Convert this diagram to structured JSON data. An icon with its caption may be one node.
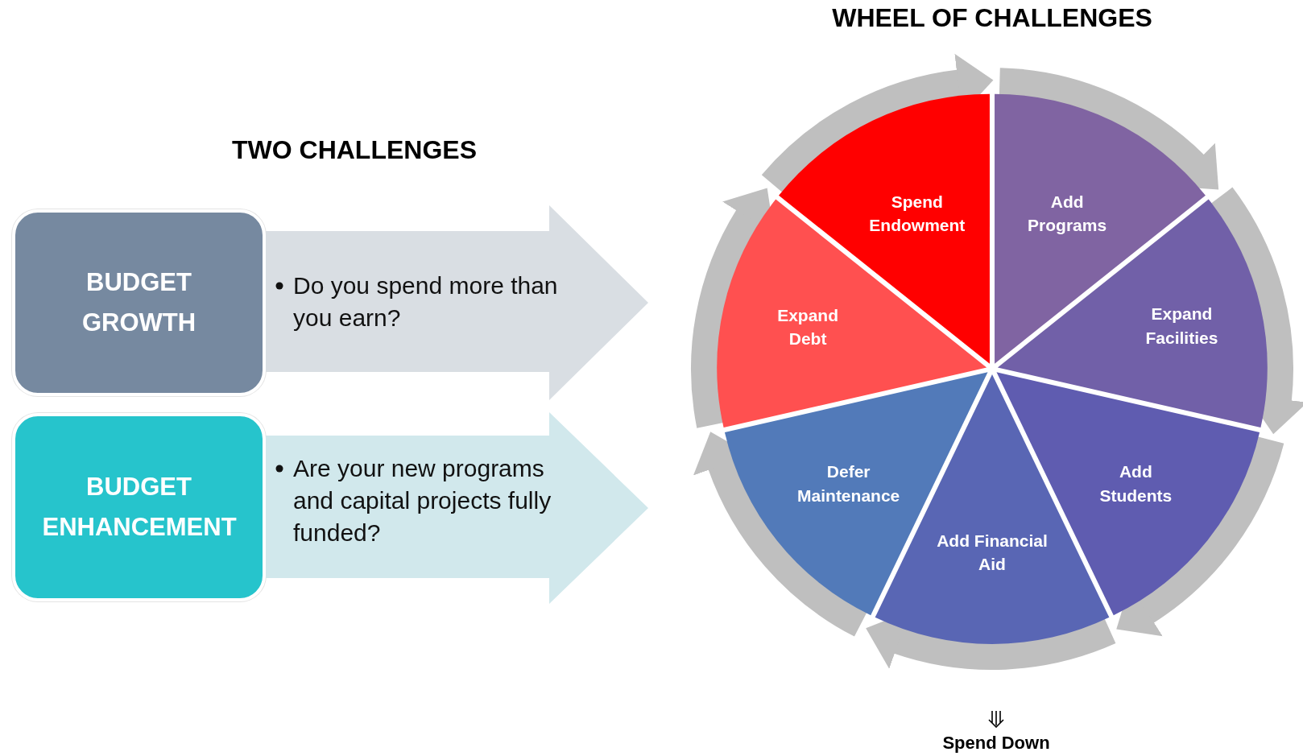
{
  "diagram": {
    "nodes": [
      {
        "text": [
          "BUDGET GROWTH"
        ]
      },
      {
        "text": [
          "Do you spend more than you earn?"
        ]
      },
      {
        "text": [
          "BUDGET ENHANCEMENT"
        ]
      },
      {
        "text": [
          "Are your new programs and capital projects fully funded?"
        ]
      },
      {
        "text": [
          "Spend Endowment"
        ]
      },
      {
        "text": [
          "Add Programs"
        ]
      },
      {
        "text": [
          "Expand Facilities"
        ]
      },
      {
        "text": [
          "Add Students"
        ]
      },
      {
        "text": [
          "Add Financial Aid"
        ]
      },
      {
        "text": [
          "Defer Maintenance"
        ]
      },
      {
        "text": [
          "Expand Debt"
        ]
      }
    ],
    "edges": [
      {
        "from": 4,
        "to": 5,
        "arrow": "to"
      },
      {
        "from": 5,
        "to": 6,
        "arrow": "to"
      },
      {
        "from": 6,
        "to": 7,
        "arrow": "to"
      },
      {
        "from": 7,
        "to": 8,
        "arrow": "to"
      },
      {
        "from": 8,
        "to": 9,
        "arrow": "to"
      },
      {
        "from": 9,
        "to": 10,
        "arrow": "to"
      },
      {
        "from": 10,
        "to": 4,
        "arrow": "to"
      }
    ],
    "labels": [
      "WHEEL OF CHALLENGES",
      "TWO CHALLENGES",
      "Spend Down"
    ]
  }
}
